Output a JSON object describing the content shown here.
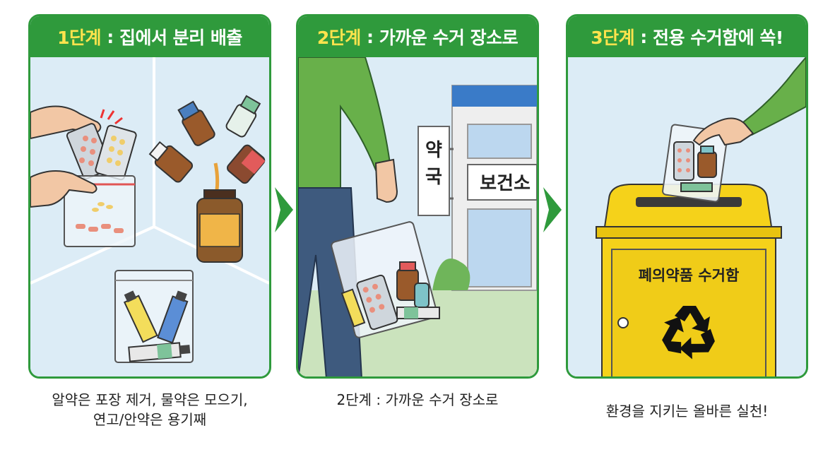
{
  "steps": [
    {
      "step_label": "1단계",
      "separator": " : ",
      "title": "집에서 분리 배출",
      "caption_line1": "알약은 포장 제거, 물약은 모으기,",
      "caption_line2": "연고/안약은 용기째"
    },
    {
      "step_label": "2단계",
      "separator": " : ",
      "title": "가까운 수거 장소로",
      "caption_line1": "2단계 : 가까운 수거 장소로",
      "sign_pharmacy_1": "약",
      "sign_pharmacy_2": "국",
      "sign_health_center": "보건소"
    },
    {
      "step_label": "3단계",
      "separator": " : ",
      "title": "전용 수거함에 쏙!",
      "caption_line1": "환경을 지키는 올바른 실천!",
      "bin_label": "폐의약품 수거함"
    }
  ],
  "icons": [
    "pill-blister-icon",
    "medicine-bottle-icon",
    "ointment-tube-icon",
    "recycle-icon",
    "arrow-right-icon"
  ],
  "colors": {
    "accent": "#2f9a3c",
    "step_highlight": "#ffe34d",
    "bin_yellow": "#f5d21a",
    "sky": "#dcecf6"
  }
}
